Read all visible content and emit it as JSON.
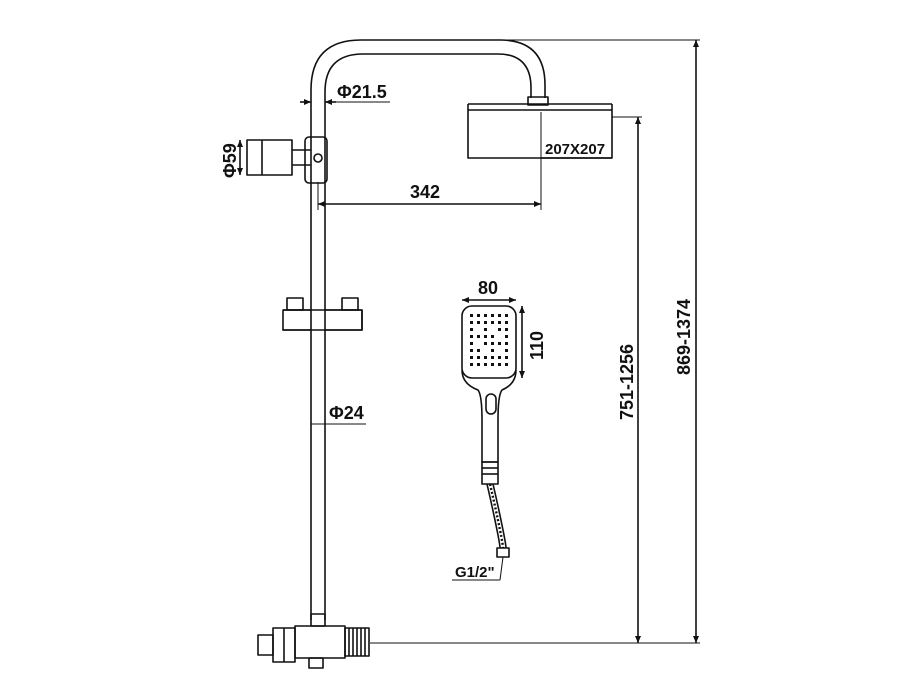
{
  "colors": {
    "stroke": "#111111",
    "background": "#ffffff"
  },
  "labels": {
    "pipe_dia": "Φ21.5",
    "holder_dia": "Φ59",
    "head_size": "207X207",
    "arm_length": "342",
    "hand_width": "80",
    "hand_height": "110",
    "rail_dia": "Φ24",
    "head_height_range": "751-1256",
    "total_height_range": "869-1374",
    "thread": "G1/2\""
  }
}
